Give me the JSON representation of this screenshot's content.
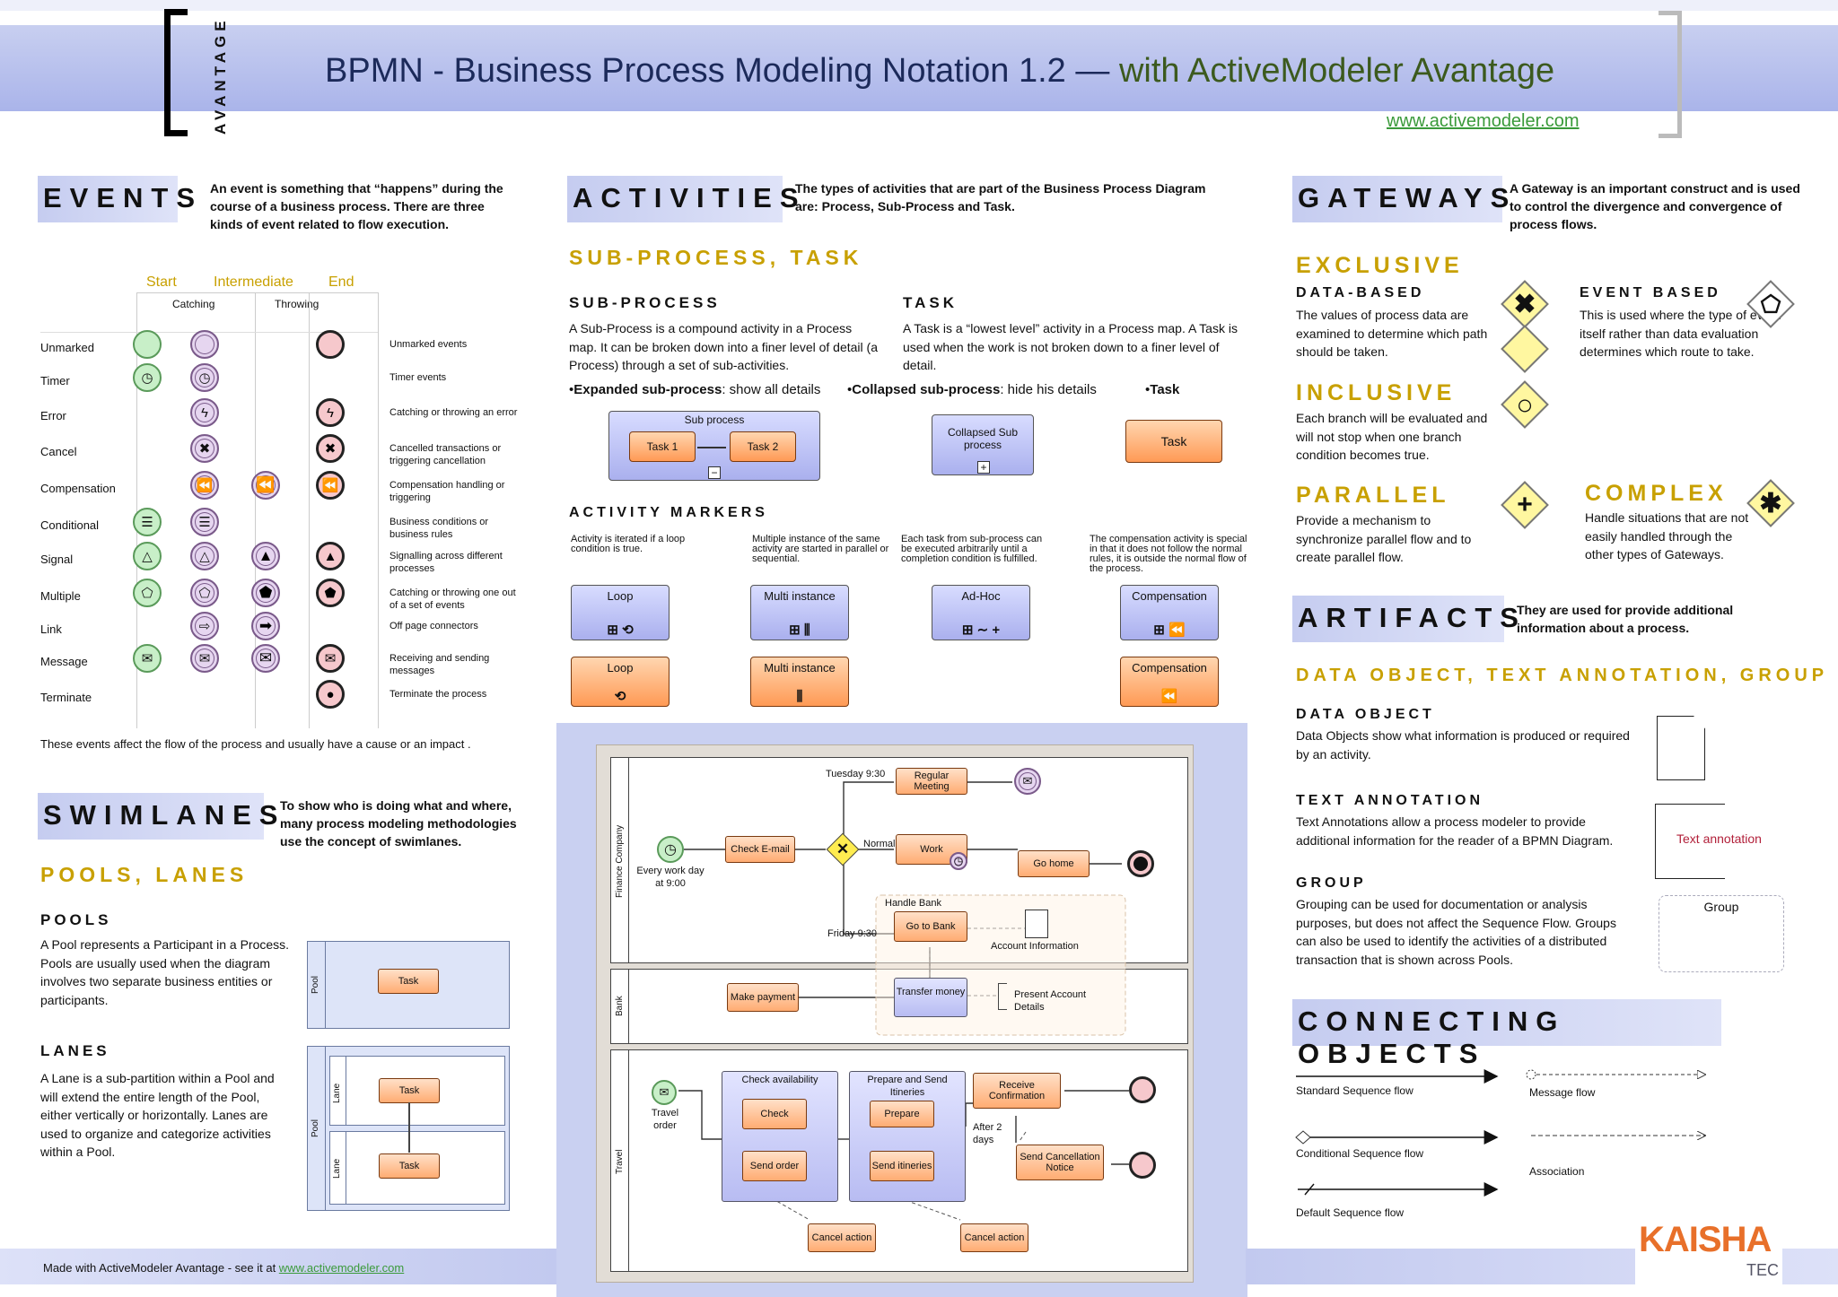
{
  "header": {
    "logo_text": "AVANTAGE",
    "title_main": "BPMN - Business Process Modeling Notation 1.2 —",
    "title_sub": "with ActiveModeler Avantage",
    "url": "www.activemodeler.com"
  },
  "events": {
    "heading": "EVENTS",
    "desc": "An event is something that “happens” during the course of a business process. There are three kinds of event related to flow execution.",
    "col_start": "Start",
    "col_intermediate": "Intermediate",
    "col_end": "End",
    "col_catching": "Catching",
    "col_throwing": "Throwing",
    "rows": [
      {
        "name": "Unmarked",
        "desc": "Unmarked events"
      },
      {
        "name": "Timer",
        "desc": "Timer events"
      },
      {
        "name": "Error",
        "desc": "Catching or throwing an error"
      },
      {
        "name": "Cancel",
        "desc": "Cancelled transactions or triggering cancellation"
      },
      {
        "name": "Compensation",
        "desc": "Compensation handling or triggering"
      },
      {
        "name": "Conditional",
        "desc": "Business conditions or business rules"
      },
      {
        "name": "Signal",
        "desc": "Signalling across different processes"
      },
      {
        "name": "Multiple",
        "desc": "Catching or throwing  one out of a set of events"
      },
      {
        "name": "Link",
        "desc": "Off page connectors"
      },
      {
        "name": "Message",
        "desc": "Receiving and sending messages"
      },
      {
        "name": "Terminate",
        "desc": "Terminate the process"
      }
    ],
    "footnote": "These events affect the flow of the process and usually have a cause or an impact ."
  },
  "swimlanes": {
    "heading": "SWIMLANES",
    "desc": "To show who is doing what and where, many process modeling methodologies use the concept of swimlanes.",
    "subheading": "POOLS, LANES",
    "pools_heading": "POOLS",
    "pools_text": "A Pool represents a Participant in a Process. Pools are usually  used when the diagram involves two separate business entities or participants.",
    "lanes_heading": "LANES",
    "lanes_text": "A Lane is a sub-partition within a Pool and will extend the entire length of the Pool, either vertically or horizontally. Lanes are used to organize and categorize activities within a Pool.",
    "pool_label": "Pool",
    "lane_label": "Lane",
    "task_label": "Task"
  },
  "activities": {
    "heading": "ACTIVITIES",
    "desc": "The types of activities that are part of the Business Process Diagram are: Process, Sub-Process and Task.",
    "subheading": "SUB-PROCESS, TASK",
    "subprocess_heading": "SUB-PROCESS",
    "subprocess_text": "A Sub-Process is a compound activity in a Process map. It can be broken down into a finer level of detail (a Process) through a set of sub-activities.",
    "task_heading": "TASK",
    "task_text": "A Task is a “lowest level” activity in a Process map. A Task is used when the work is not broken down to a finer level of detail.",
    "expanded_bold": "Expanded sub-process",
    "expanded_rest": ": show all details",
    "collapsed_bold": "Collapsed  sub-process",
    "collapsed_rest": ": hide his details",
    "task_bullet": "Task",
    "sub_process_label": "Sub process",
    "task1": "Task 1",
    "task2": "Task 2",
    "collapsed_label": "Collapsed Sub process",
    "task_label": "Task",
    "markers_heading": "ACTIVITY MARKERS",
    "markers": [
      {
        "desc": "Activity is iterated if a loop condition is true.",
        "label": "Loop"
      },
      {
        "desc": "Multiple instance of the same activity are started in parallel or sequential.",
        "label": "Multi instance"
      },
      {
        "desc": "Each task from sub-process can be executed arbitrarily until a completion condition is fulfilled.",
        "label": "Ad-Hoc"
      },
      {
        "desc": "The compensation activity is special in that it does not  follow the normal rules, it is outside the normal flow of the process.",
        "label": "Compensation"
      }
    ]
  },
  "diagram": {
    "finance": "Finance Company",
    "bank": "Bank",
    "travel": "Travel",
    "tuesday": "Tuesday 9:30",
    "regular_meeting": "Regular Meeting",
    "check_email": "Check E-mail",
    "normal": "Normal",
    "work": "Work",
    "go_home": "Go home",
    "every_work_day": "Every work day at 9:00",
    "handle_bank": "Handle Bank",
    "go_to_bank": "Go to Bank",
    "friday": "Friday 9:30",
    "account_info": "Account Information",
    "make_payment": "Make payment",
    "transfer_money": "Transfer money",
    "present_account": "Present Account Details",
    "check_availability": "Check availability",
    "check": "Check",
    "send_order": "Send order",
    "prepare_send": "Prepare and Send Itineries",
    "prepare": "Prepare",
    "send_itineries": "Send itineries",
    "receive_confirmation": "Receive Confirmation",
    "after_2_days": "After 2 days",
    "send_cancellation": "Send Cancellation Notice",
    "travel_order": "Travel order",
    "cancel_action": "Cancel action"
  },
  "gateways": {
    "heading": "GATEWAYS",
    "desc": "A Gateway is an important construct and is used to control the divergence and convergence of process flows.",
    "exclusive": "EXCLUSIVE",
    "data_based": "DATA-BASED",
    "data_based_text": "The values of process data are examined to determine which path should be taken.",
    "event_based": "EVENT BASED",
    "event_based_text": "This is used where the type of event itself rather than data evaluation determines which route to take.",
    "inclusive": "INCLUSIVE",
    "inclusive_text": "Each branch will be evaluated and will not stop when one branch condition becomes true.",
    "parallel": "PARALLEL",
    "parallel_text": "Provide a mechanism to synchronize parallel flow and to create parallel flow.",
    "complex": "COMPLEX",
    "complex_text": "Handle situations that are not easily handled through the other types of Gateways."
  },
  "artifacts": {
    "heading": "ARTIFACTS",
    "desc": "They are used for provide additional information about a process.",
    "subheading": "DATA OBJECT, TEXT ANNOTATION, GROUP",
    "data_object": "DATA OBJECT",
    "data_object_text": "Data Objects  show what information is produced or required by an activity.",
    "text_annotation": "TEXT ANNOTATION",
    "text_annotation_text": "Text Annotations allow a process modeler to provide additional information for the reader of a BPMN Diagram.",
    "text_annotation_label": "Text annotation",
    "group": "GROUP",
    "group_text": "Grouping can be used for documentation or analysis purposes, but does not affect the Sequence Flow. Groups can also be used to identify the activities of a distributed transaction that is shown across Pools.",
    "group_label": "Group"
  },
  "connecting": {
    "heading": "CONNECTING OBJECTS",
    "standard": "Standard Sequence flow",
    "message": "Message flow",
    "conditional": "Conditional Sequence flow",
    "association": "Association",
    "default": "Default Sequence flow"
  },
  "footer": {
    "text": "Made with ActiveModeler Avantage - see it at ",
    "link": "www.activemodeler.com",
    "kaisha": "KAISHA",
    "tec": "TEC"
  }
}
